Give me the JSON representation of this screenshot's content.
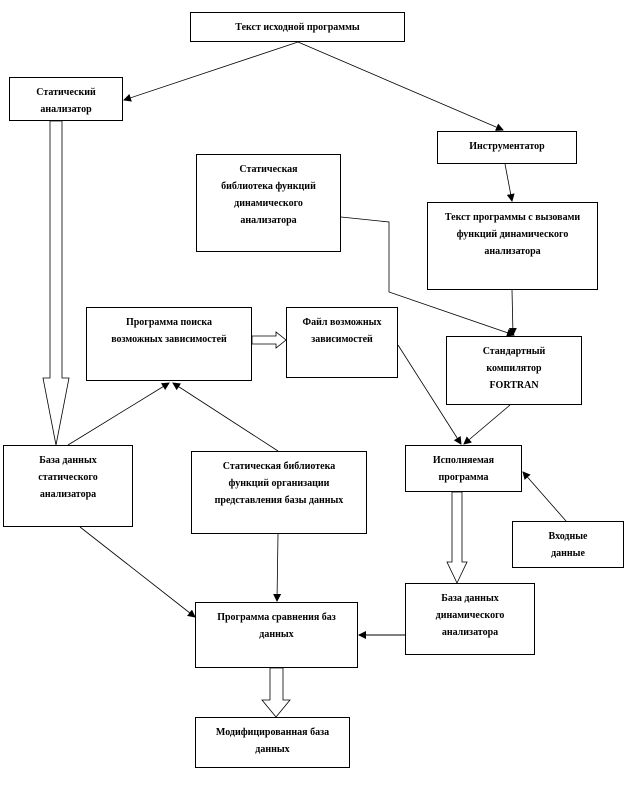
{
  "nodes": {
    "source_text": "Текст исходной программы",
    "static_analyzer": "Статический анализатор",
    "instrumenter": "Инструментатор",
    "dyn_lib": "Статическая библиотека функций динамического анализатора",
    "instrumented_text": "Текст программы с вызовами функций динамического анализатора",
    "dep_search": "Программа поиска возможных зависимостей",
    "dep_file": "Файл возможных зависимостей",
    "compiler": "Стандартный компилятор FORTRAN",
    "static_db": "База данных статического анализатора",
    "db_lib": "Статическая библиотека функций организации представления базы данных",
    "executable": "Исполняемая программа",
    "input_data": "Входные данные",
    "db_compare": "Программа сравнения баз данных",
    "dynamic_db": "База данных динамического анализатора",
    "modified_db": "Модифицированная база данных"
  }
}
